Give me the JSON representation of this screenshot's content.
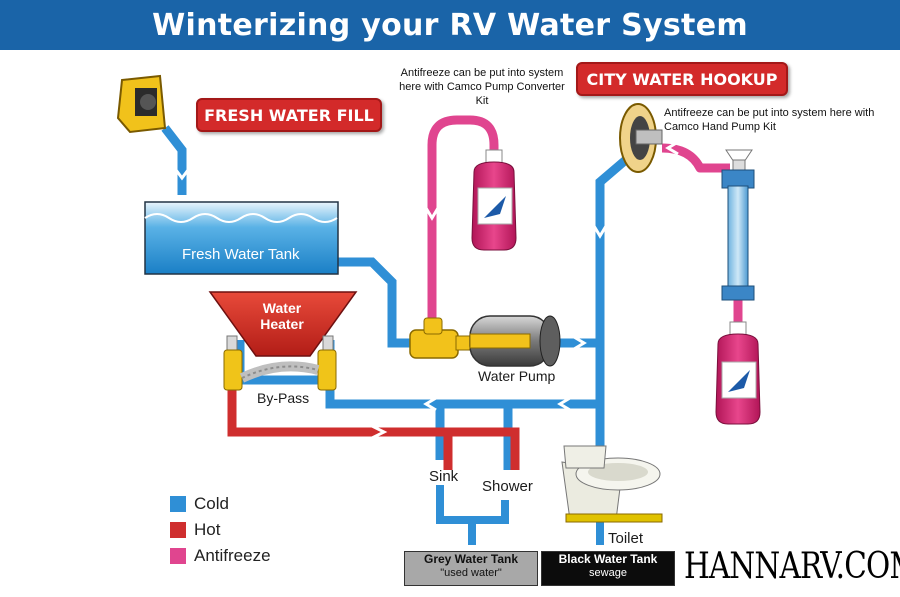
{
  "title": "Winterizing your RV Water System",
  "badges": {
    "fresh_fill": "FRESH WATER FILL",
    "city_hookup": "CITY WATER HOOKUP"
  },
  "notes": {
    "converter_kit": "Antifreeze can be put into system here with Camco Pump Converter Kit",
    "hand_pump_kit": "Antifreeze can be put into system here with Camco Hand Pump Kit"
  },
  "labels": {
    "fresh_tank": "Fresh Water Tank",
    "water_heater": "Water Heater",
    "water_pump": "Water Pump",
    "bypass": "By-Pass",
    "sink": "Sink",
    "shower": "Shower",
    "toilet": "Toilet"
  },
  "tanks": {
    "grey_title": "Grey Water Tank",
    "grey_sub": "\"used water\"",
    "black_title": "Black Water Tank",
    "black_sub": "sewage"
  },
  "legend": [
    {
      "label": "Cold",
      "color": "#2f8fd6"
    },
    {
      "label": "Hot",
      "color": "#cf2e2e"
    },
    {
      "label": "Antifreeze",
      "color": "#e0458f"
    }
  ],
  "brand": "HANNARV.COM",
  "colors": {
    "title_bar": "#1a64a8",
    "cold_pipe": "#2f8fd6",
    "hot_pipe": "#cf2e2e",
    "antifreeze_pipe": "#e0458f",
    "badge_red": "#d32a2a"
  },
  "icons": [
    "fill-inlet-icon",
    "city-inlet-icon",
    "antifreeze-jug-icon",
    "hand-pump-icon",
    "water-pump-icon",
    "toilet-icon",
    "bypass-valve-icon"
  ]
}
